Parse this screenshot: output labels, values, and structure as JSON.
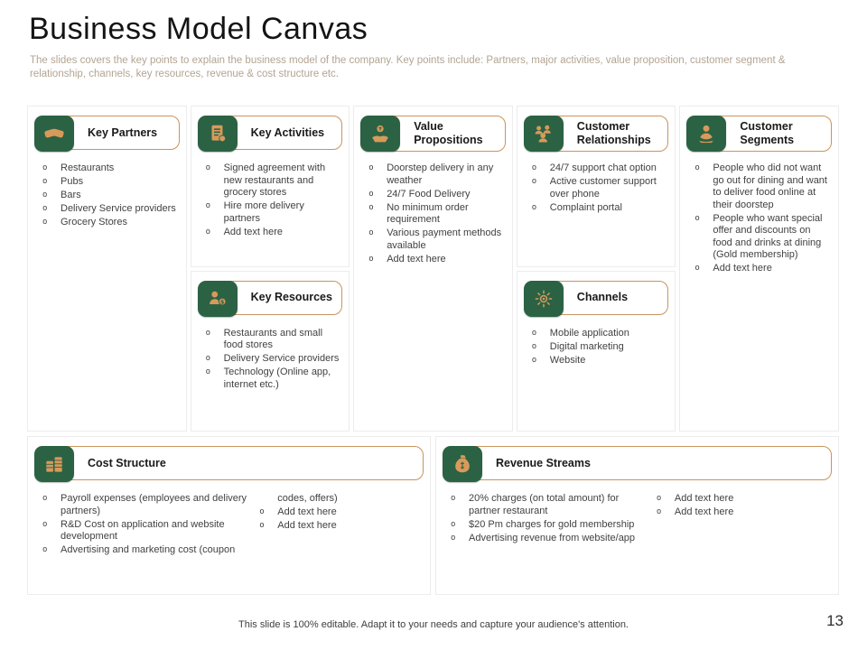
{
  "slide": {
    "title": "Business Model Canvas",
    "subtitle": "The slides covers the key points to explain the business model of the company. Key points include: Partners, major activities, value proposition, customer segment & relationship, channels, key resources, revenue & cost structure etc.",
    "footer": "This slide is 100% editable. Adapt it to your needs and capture your audience's attention.",
    "page_number": "13"
  },
  "ui": {
    "bullet_char": "o"
  },
  "colors": {
    "icon_bg_green": "#2b6244",
    "icon_glyph_orange": "#d89a5a",
    "header_border_tan": "#c9945c",
    "body_text": "#414141",
    "subtitle_text": "#b3a493",
    "cell_border": "#ececec"
  },
  "icons": {
    "key_partners": "handshake-icon",
    "key_activities": "scroll-icon",
    "key_resources": "person-coin-icon",
    "value_propositions": "hand-coin-icon",
    "customer_relationships": "people-group-icon",
    "channels": "starburst-icon",
    "customer_segments": "person-icon",
    "cost_structure": "coin-stacks-icon",
    "revenue_streams": "money-bag-icon"
  },
  "sections": {
    "key_partners": {
      "title": "Key Partners",
      "items": [
        "Restaurants",
        "Pubs",
        "Bars",
        "Delivery Service providers",
        "Grocery Stores"
      ]
    },
    "key_activities": {
      "title": "Key Activities",
      "items": [
        "Signed agreement with new restaurants and grocery stores",
        "Hire more delivery partners",
        "Add text here"
      ]
    },
    "key_resources": {
      "title": "Key Resources",
      "items": [
        "Restaurants and small food stores",
        "Delivery Service providers",
        "Technology (Online app, internet etc.)"
      ]
    },
    "value_propositions": {
      "title": "Value Propositions",
      "items": [
        "Doorstep delivery in any weather",
        "24/7 Food Delivery",
        "No minimum order requirement",
        "Various payment methods available",
        "Add text here"
      ]
    },
    "customer_relationships": {
      "title": "Customer Relationships",
      "items": [
        "24/7 support chat option",
        "Active customer support over phone",
        "Complaint portal"
      ]
    },
    "channels": {
      "title": "Channels",
      "items": [
        "Mobile application",
        "Digital marketing",
        "Website"
      ]
    },
    "customer_segments": {
      "title": "Customer Segments",
      "items": [
        "People who did not want go out for dining and want to deliver food online at their doorstep",
        "People who want special offer and discounts on food and drinks at dining (Gold membership)",
        "Add text here"
      ]
    },
    "cost_structure": {
      "title": "Cost Structure",
      "left_items": [
        "Payroll expenses (employees and delivery partners)",
        "R&D Cost on application and website development",
        "Advertising and marketing cost (coupon"
      ],
      "right_continuation": "codes, offers)",
      "right_items": [
        "Add text here",
        "Add text here"
      ]
    },
    "revenue_streams": {
      "title": "Revenue Streams",
      "left_items": [
        "20% charges (on total amount) for partner restaurant",
        "$20 Pm charges for gold membership",
        "Advertising revenue from website/app"
      ],
      "right_items": [
        "Add text here",
        "Add text here"
      ]
    }
  }
}
